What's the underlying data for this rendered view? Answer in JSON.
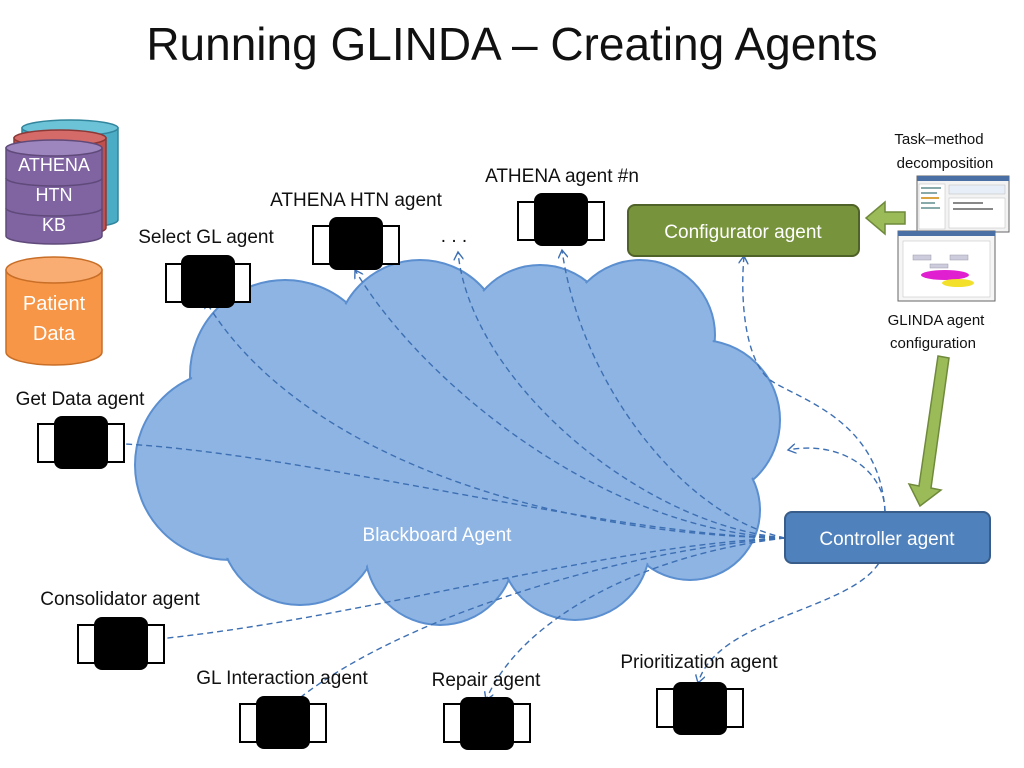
{
  "title": "Running GLINDA – Creating Agents",
  "database": {
    "layers": [
      "ATHENA",
      "HTN",
      "KB"
    ]
  },
  "patient_data": {
    "line1": "Patient",
    "line2": "Data"
  },
  "blackboard": {
    "label": "Blackboard Agent"
  },
  "configurator": {
    "label": "Configurator agent"
  },
  "controller": {
    "label": "Controller agent"
  },
  "agents": {
    "athena_n": "ATHENA agent #n",
    "athena_htn": "ATHENA HTN agent",
    "select_gl": "Select GL agent",
    "get_data": "Get Data agent",
    "consolidator": "Consolidator agent",
    "gl_interaction": "GL Interaction agent",
    "repair": "Repair agent",
    "prioritization": "Prioritization agent"
  },
  "ellipsis": ". . .",
  "task_method": {
    "line1": "Task–method",
    "line2": "decomposition"
  },
  "glinda_config": {
    "line1": "GLINDA agent",
    "line2": "configuration"
  },
  "colors": {
    "cloud_fill": "#8eb4e3",
    "cloud_stroke": "#5b8fd0",
    "configurator": "#77933c",
    "controller": "#4f81bd",
    "arrow_green": "#9bbb59",
    "patient_data": "#f79646",
    "db_purple": "#8064a2",
    "db_red": "#c0504d",
    "db_teal": "#4bacc6"
  }
}
